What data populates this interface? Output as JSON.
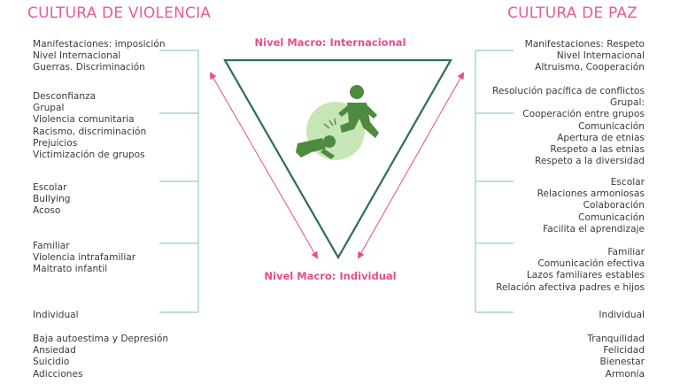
{
  "titles": {
    "left": "CULTURA DE VIOLENCIA",
    "right": "CULTURA DE PAZ"
  },
  "center": {
    "top_label": "Nivel Macro: Internacional",
    "bottom_label": "Nivel Macro: Individual"
  },
  "violencia": {
    "g1": [
      "Manifestaciones: imposición",
      "Nivel Internacional",
      "Guerras. Discriminación"
    ],
    "g2": [
      "Desconfianza",
      "Grupal",
      "Violencia comunitaria",
      "Racismo, discriminación",
      "Prejuicios",
      "Victimización de grupos"
    ],
    "g3": [
      "Escolar",
      "Bullying",
      "Acoso"
    ],
    "g4": [
      "Familiar",
      "Violencia intrafamiliar",
      "Maltrato infantil"
    ],
    "g5": [
      "Individual"
    ],
    "g6": [
      "Baja autoestima y Depresión",
      "Ansiedad",
      "Suicidio",
      "Adicciones"
    ]
  },
  "paz": {
    "g1": [
      "Manifestaciones: Respeto",
      "Nivel Internacional",
      "Altruismo, Cooperación"
    ],
    "g2": [
      "Resolución pacífica de conflictos",
      "Grupal:",
      "Cooperación entre grupos",
      "Comunicación",
      "Apertura de etnias",
      "Respeto a las etnias",
      "Respeto a la diversidad"
    ],
    "g3": [
      "Escolar",
      "Relaciones armoniosas",
      "Colaboración",
      "Comunicación",
      "Facilita el aprendizaje"
    ],
    "g4": [
      "Familiar",
      "Comunicación efectiva",
      "Lazos familiares estables",
      "Relación afectiva padres e hijos"
    ],
    "g5": [
      "Individual"
    ],
    "g6": [
      "Tranquilidad",
      "Felicidad",
      "Bienestar",
      "Armonía"
    ]
  },
  "colors": {
    "title": "#e85a9a",
    "accent": "#e64d8a",
    "bracket": "#8fcfbf",
    "triangle": "#2f6b5a",
    "figure": "#4e8a3f",
    "circle": "#c7e6b8"
  }
}
